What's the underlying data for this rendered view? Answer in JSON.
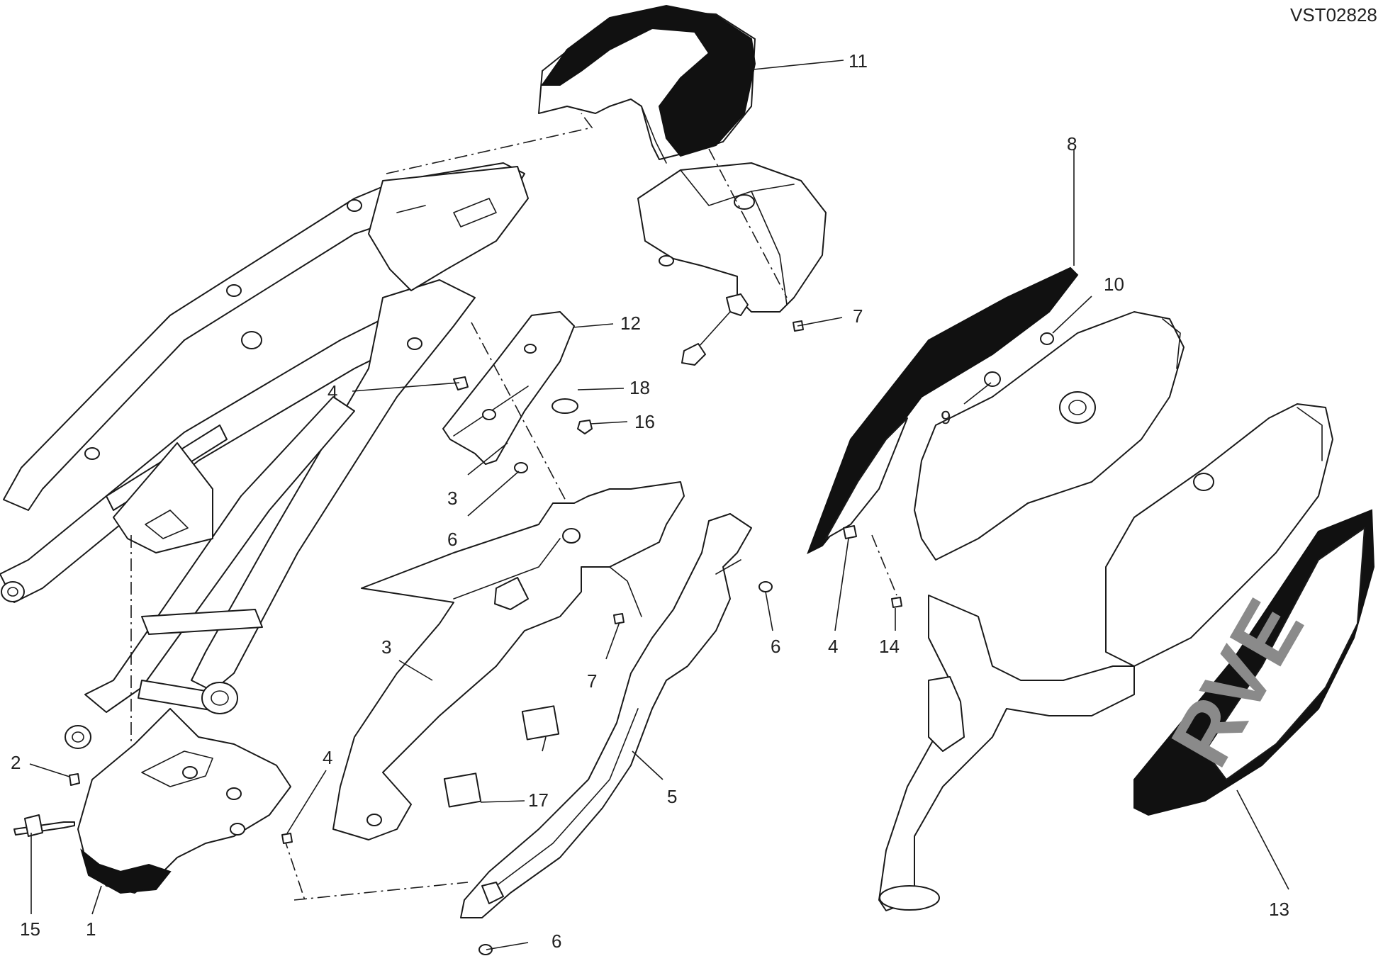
{
  "drawing_code": "VST02828",
  "colors": {
    "line": "#1a1a1a",
    "fill_dark": "#111111",
    "graphic_grey": "#8a8a8a"
  },
  "callouts": {
    "c1": "1",
    "c2": "2",
    "c3_upper": "3",
    "c3_lower": "3",
    "c4_upper": "4",
    "c4_left": "4",
    "c4_right": "4",
    "c5": "5",
    "c6_upper": "6",
    "c6_middle": "6",
    "c6_lower": "6",
    "c7_upper": "7",
    "c7_lower": "7",
    "c8": "8",
    "c9": "9",
    "c10": "10",
    "c11": "11",
    "c12": "12",
    "c13": "13",
    "c14": "14",
    "c15": "15",
    "c16": "16",
    "c17": "17",
    "c18": "18"
  },
  "decal_text": "RVE"
}
